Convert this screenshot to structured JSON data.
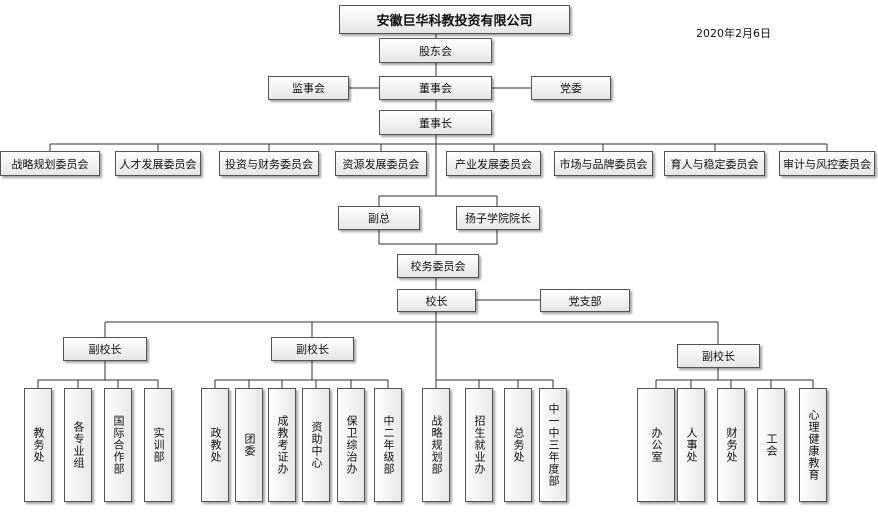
{
  "company": "安徽巨华科教投资有限公司",
  "date": "2020年2月6日",
  "top": {
    "shareholders": "股东会",
    "board": "董事会",
    "supervisory": "监事会",
    "party_committee": "党委",
    "chairman": "董事长"
  },
  "committees": [
    "战略规划委员会",
    "人才发展委员会",
    "投资与财务委员会",
    "资源发展委员会",
    "产业发展委员会",
    "市场与品牌委员会",
    "育人与稳定委员会",
    "审计与风控委员会"
  ],
  "deputy_general": "副总",
  "yangzi_dean": "扬子学院院长",
  "school_affairs": "校务委员会",
  "principal": "校长",
  "party_branch": "党支部",
  "vice_principal_1": "副校长",
  "vice_principal_2": "副校长",
  "vice_principal_3": "副校长",
  "depts": [
    "教务处",
    "各专业组",
    "国际合作部",
    "实训部",
    "政教处",
    "团委",
    "成教考证办",
    "资助中心",
    "保卫综治办",
    "中二年级部",
    "战略规划部",
    "招生就业办",
    "总务处",
    "中一中三年度部",
    "办公室",
    "人事处",
    "财务处",
    "工会",
    "心理健康教育"
  ]
}
